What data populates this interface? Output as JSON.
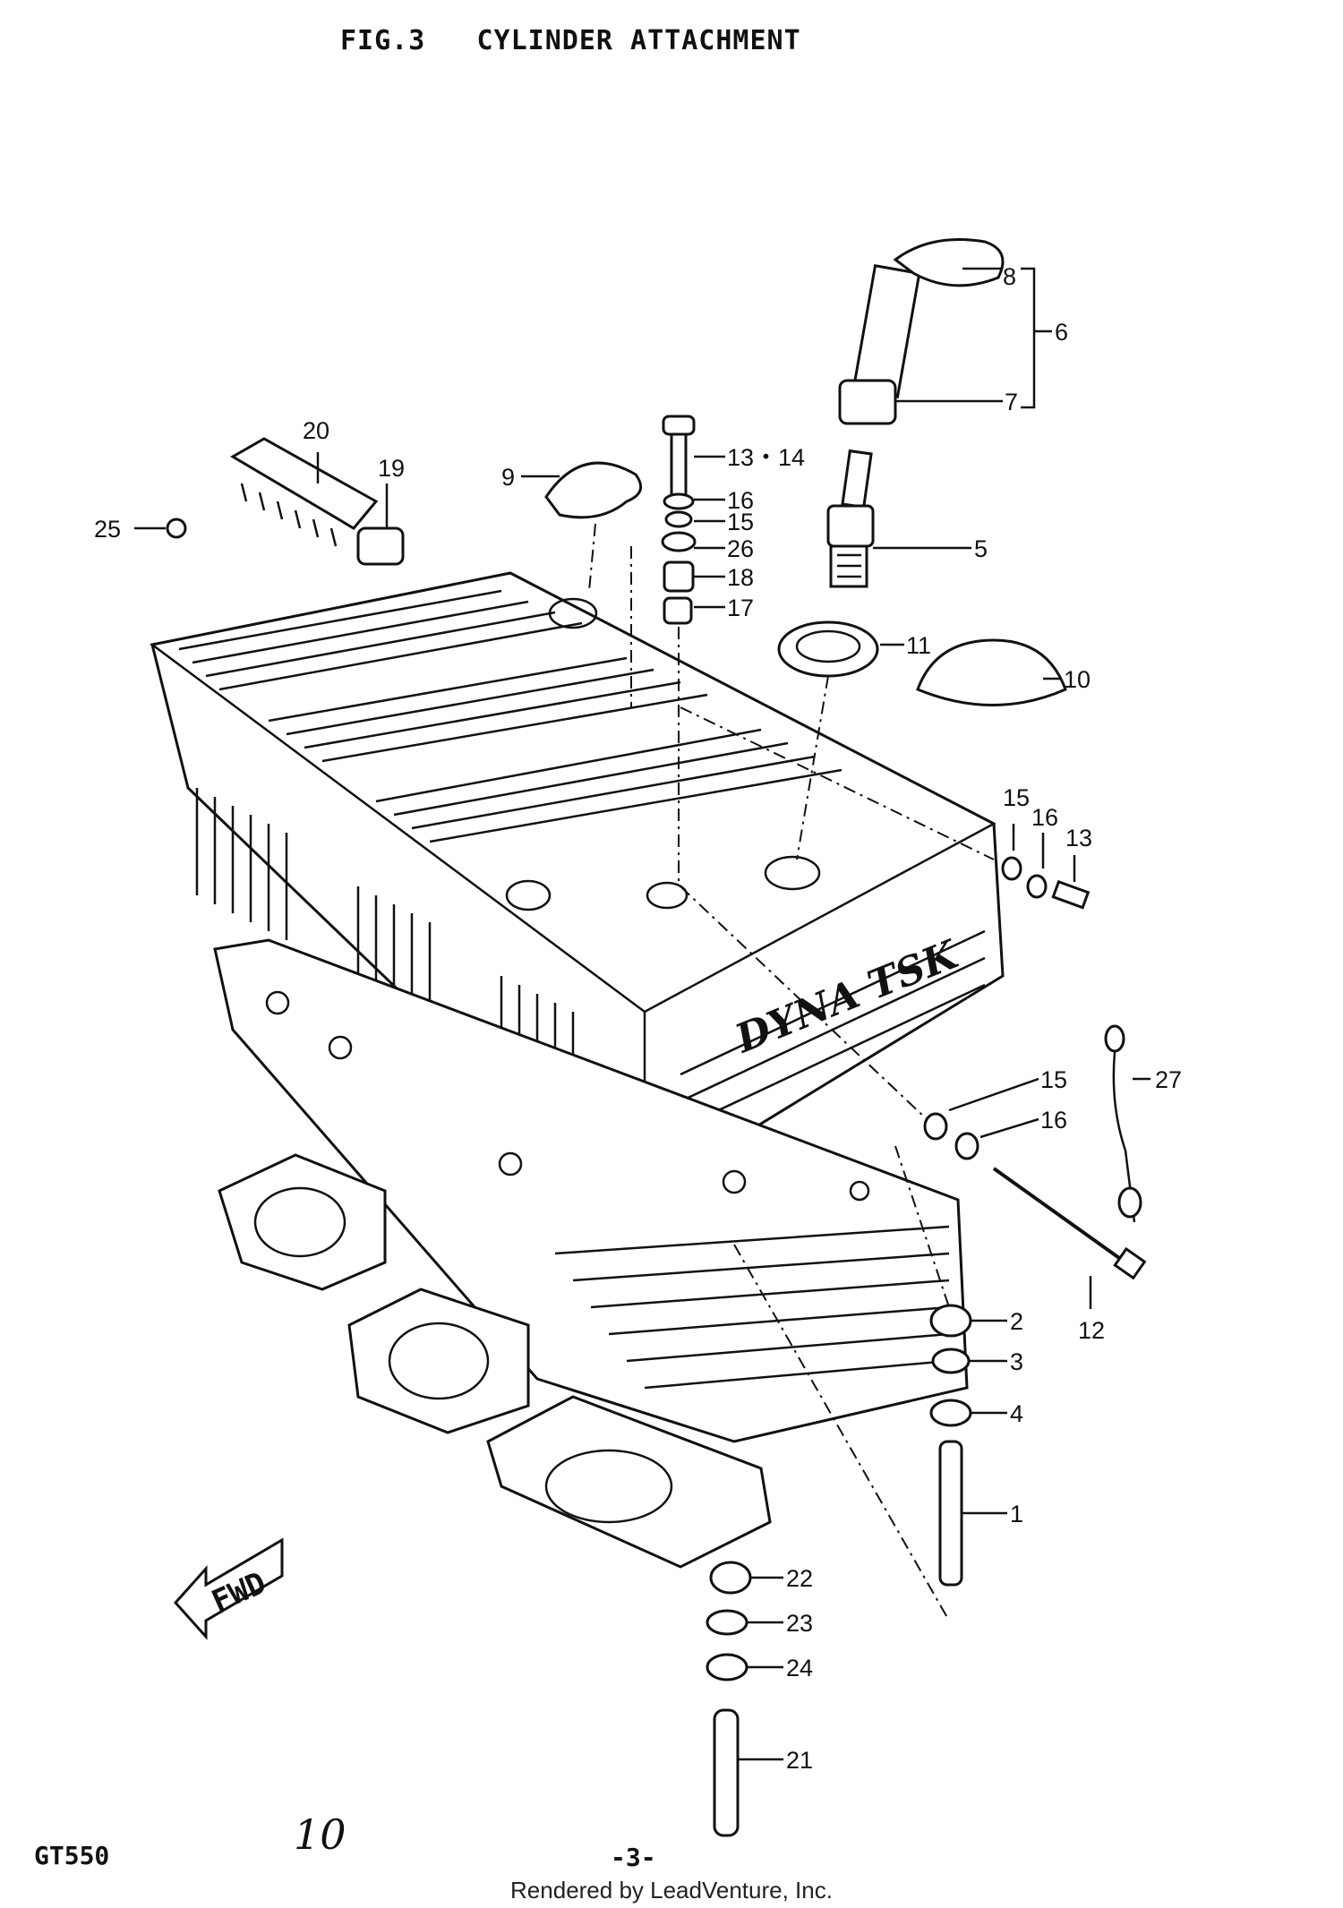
{
  "header": {
    "title": "FIG.3   CYLINDER ATTACHMENT"
  },
  "callouts": {
    "c1": "1",
    "c2": "2",
    "c3": "3",
    "c4": "4",
    "c5": "5",
    "c6": "6",
    "c7": "7",
    "c8": "8",
    "c9": "9",
    "c10": "10",
    "c11": "11",
    "c12": "12",
    "c13": "13",
    "c13_14": "13・14",
    "c15a": "15",
    "c15b": "15",
    "c15c": "15",
    "c16a": "16",
    "c16b": "16",
    "c16c": "16",
    "c17": "17",
    "c18": "18",
    "c19": "19",
    "c20": "20",
    "c21": "21",
    "c22": "22",
    "c23": "23",
    "c24": "24",
    "c25": "25",
    "c26": "26",
    "c27": "27"
  },
  "diagram": {
    "fwd_label": "FWD",
    "brand_logo": "DYNA TSK"
  },
  "footer": {
    "model": "GT550",
    "handwritten": "10",
    "page": "-3-",
    "rendered_by": "Rendered by LeadVenture, Inc."
  }
}
